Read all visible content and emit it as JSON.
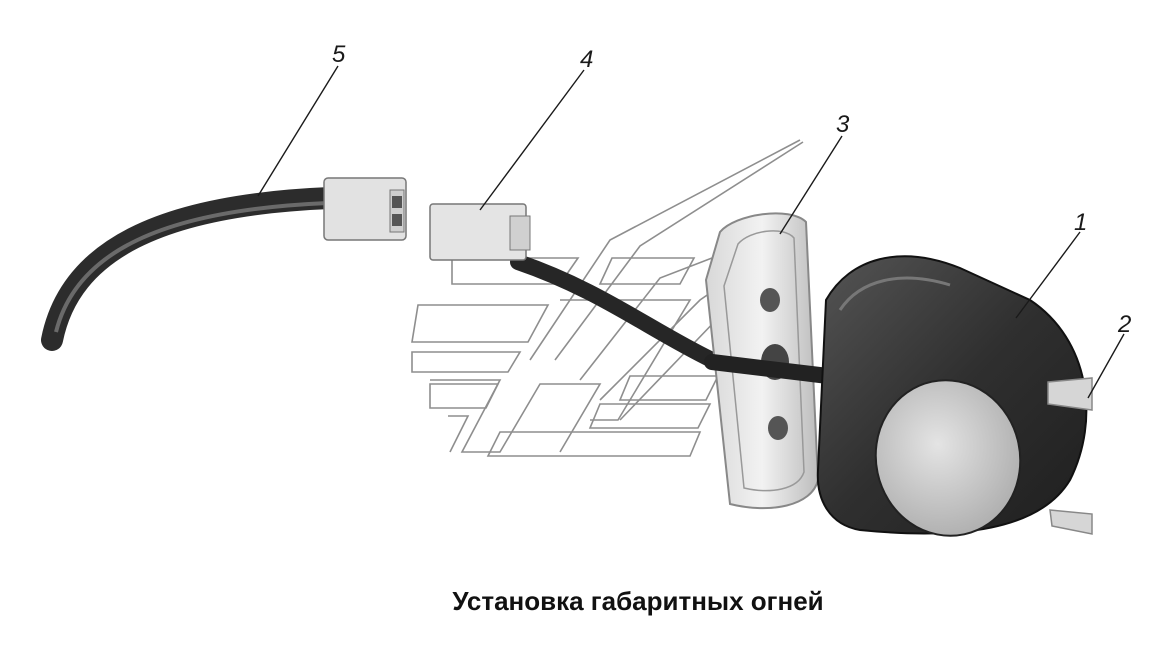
{
  "caption": "Установка габаритных огней",
  "callouts": [
    {
      "id": "1",
      "label": "1"
    },
    {
      "id": "2",
      "label": "2"
    },
    {
      "id": "3",
      "label": "3"
    },
    {
      "id": "4",
      "label": "4"
    },
    {
      "id": "5",
      "label": "5"
    }
  ],
  "colors": {
    "ink": "#1a1a1a",
    "watermark": "#9a9a9a",
    "lamp_body": "#3a3a3a",
    "lens": "#cfcfcf",
    "connector": "#e0e0e0"
  }
}
